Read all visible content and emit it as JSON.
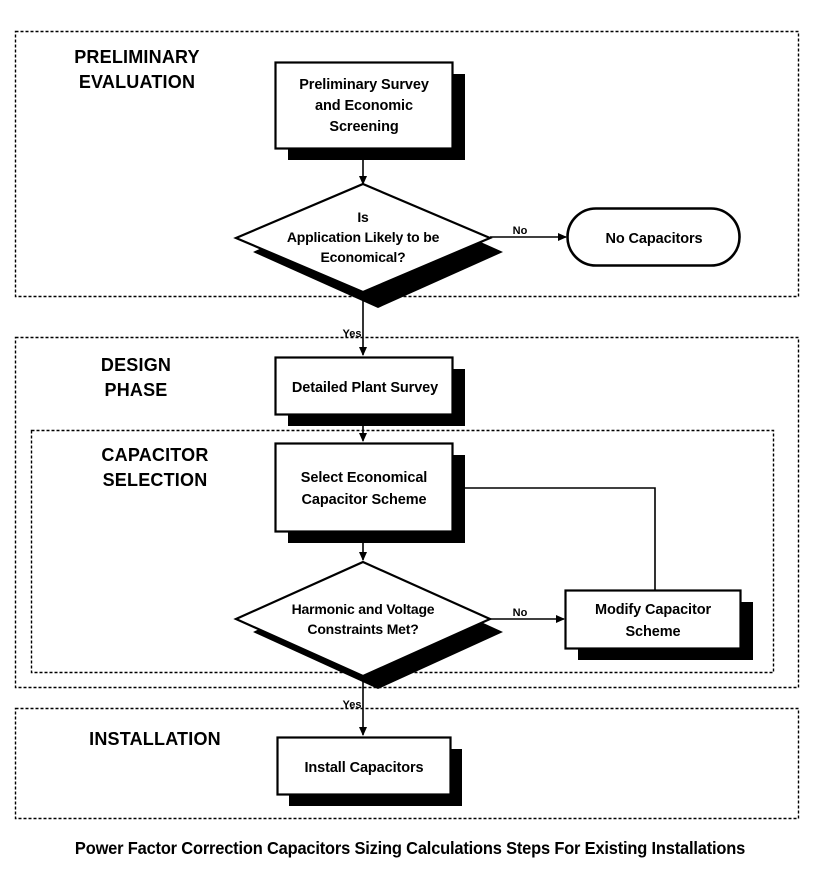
{
  "diagram": {
    "title": "Power Factor Correction Capacitors Sizing Calculations Steps For Existing Installations",
    "colors": {
      "stroke": "#000000",
      "fill": "#ffffff",
      "shadow": "#000000",
      "section_border": "#000000"
    },
    "sections": [
      {
        "id": "preliminary",
        "label_line1": "PRELIMINARY",
        "label_line2": "EVALUATION"
      },
      {
        "id": "design",
        "label_line1": "DESIGN",
        "label_line2": "PHASE"
      },
      {
        "id": "capacitor-selection",
        "label_line1": "CAPACITOR",
        "label_line2": "SELECTION"
      },
      {
        "id": "installation",
        "label_line1": "INSTALLATION",
        "label_line2": ""
      }
    ],
    "nodes": [
      {
        "id": "preliminary-survey",
        "shape": "process",
        "lines": [
          "Preliminary Survey",
          "and Economic",
          "Screening"
        ]
      },
      {
        "id": "is-economical",
        "shape": "decision",
        "lines": [
          "Is",
          "Application Likely to be",
          "Economical?"
        ]
      },
      {
        "id": "no-capacitors",
        "shape": "terminator",
        "lines": [
          "No Capacitors"
        ]
      },
      {
        "id": "detailed-plant-survey",
        "shape": "process",
        "lines": [
          "Detailed Plant Survey"
        ]
      },
      {
        "id": "select-economical-scheme",
        "shape": "process",
        "lines": [
          "Select Economical",
          "Capacitor Scheme"
        ]
      },
      {
        "id": "harmonic-voltage-check",
        "shape": "decision",
        "lines": [
          "Harmonic and Voltage",
          "Constraints Met?"
        ]
      },
      {
        "id": "modify-capacitor-scheme",
        "shape": "process",
        "lines": [
          "Modify Capacitor",
          "Scheme"
        ]
      },
      {
        "id": "install-capacitors",
        "shape": "process",
        "lines": [
          "Install Capacitors"
        ]
      }
    ],
    "edge_labels": {
      "economical_no": "No",
      "economical_yes": "Yes",
      "constraints_no": "No",
      "constraints_yes": "Yes"
    }
  }
}
